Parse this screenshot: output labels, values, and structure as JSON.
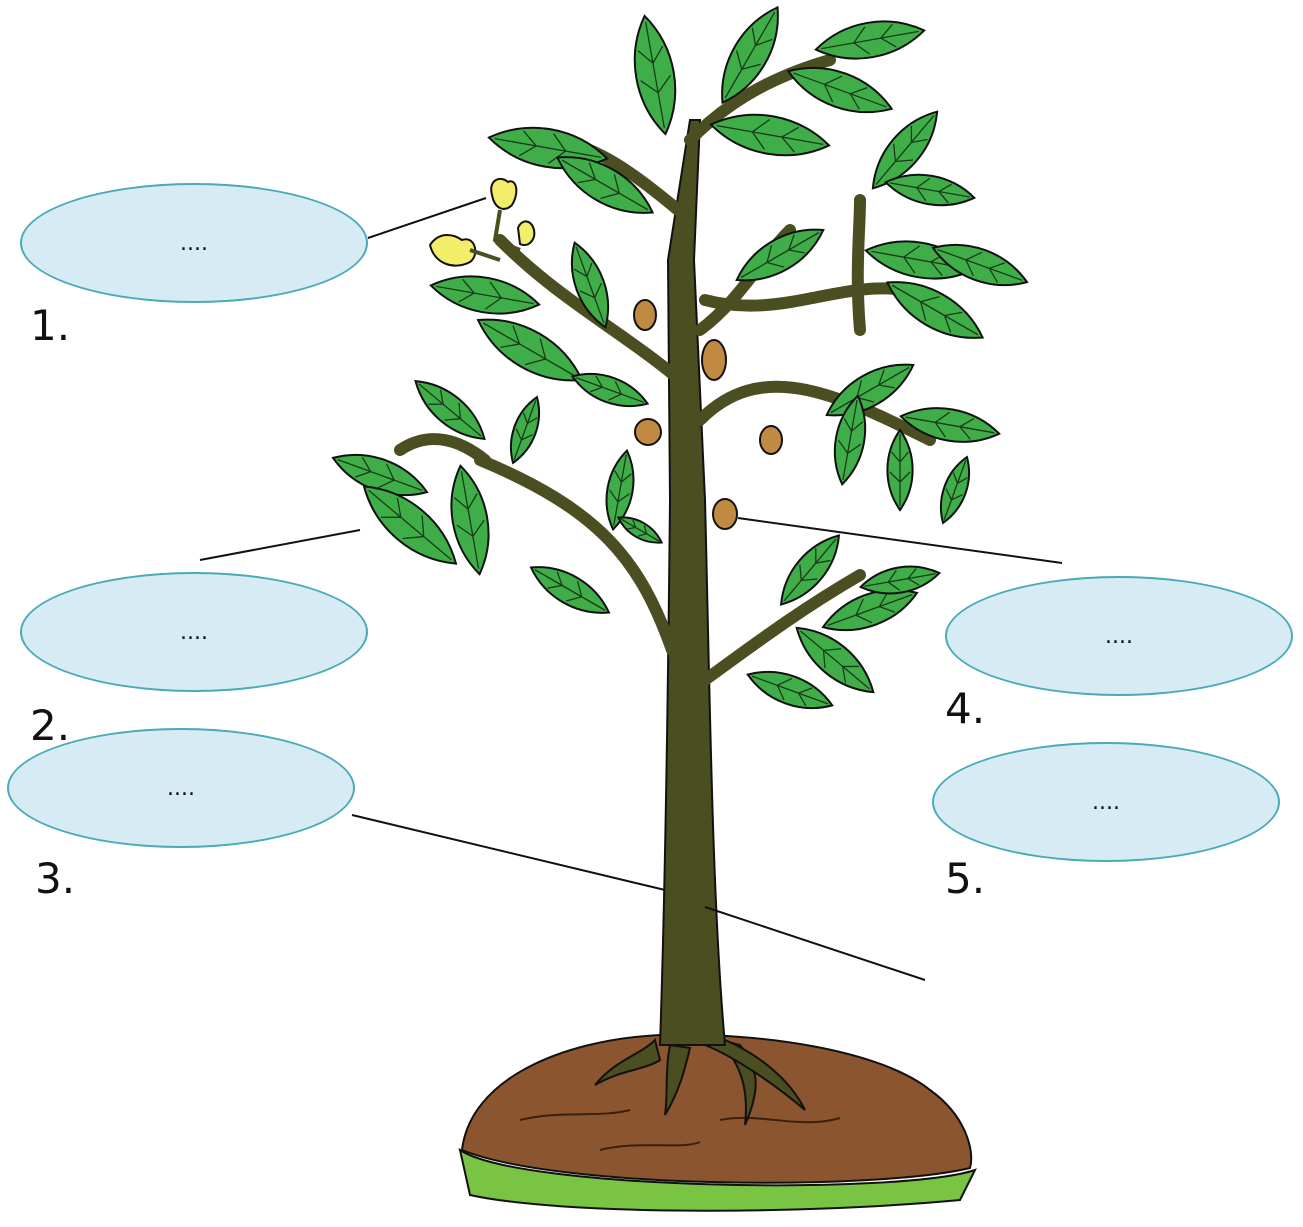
{
  "colors": {
    "leaf": "#3fae49",
    "leaf_vein": "#1a3a18",
    "stem": "#4a4e21",
    "soil": "#8b5530",
    "grass": "#7ac443",
    "fruit": "#c18a42",
    "flower": "#f2ee6a",
    "bubble_fill": "#d6ebf4",
    "bubble_border": "#4aaab8"
  },
  "labels": [
    {
      "number": "1.",
      "placeholder": "...."
    },
    {
      "number": "2.",
      "placeholder": "...."
    },
    {
      "number": "3.",
      "placeholder": "...."
    },
    {
      "number": "4.",
      "placeholder": "...."
    },
    {
      "number": "5.",
      "placeholder": "...."
    }
  ]
}
